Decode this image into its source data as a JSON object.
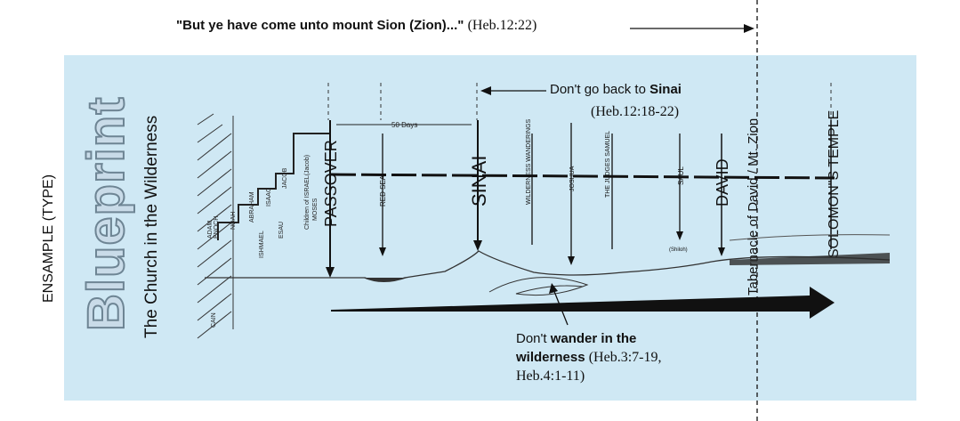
{
  "header": {
    "quote": "\"But ye have come unto mount Sion (Zion)...\"",
    "reference": "(Heb.12:22)"
  },
  "side_labels": {
    "ensample": "ENSAMPLE (TYPE)",
    "blueprint": "Blueprint",
    "subtitle": "The Church in the Wilderness",
    "tabernacle": "Tabernacle of David / Mt. Zion"
  },
  "notes": {
    "sinai_prefix": "Don't go back to ",
    "sinai_bold": "Sinai",
    "sinai_ref": "(Heb.12:18-22)",
    "wander_prefix": "Don't ",
    "wander_bold1": "wander in the",
    "wander_bold2": "wilderness",
    "wander_ref1": "(Heb.3:7-19,",
    "wander_ref2": "Heb.4:1-11)"
  },
  "timeline": {
    "early_names": [
      "ADAM",
      "ENOCH",
      "NOAH",
      "ABRAHAM",
      "ISAAC",
      "ISHMAEL",
      "JACOB",
      "ESAU",
      "Children of ISRAEL(Jacob)",
      "MOSES"
    ],
    "cain": "CAIN",
    "days": "50 Days",
    "events": [
      {
        "label": "PASSOVER",
        "major": true
      },
      {
        "label": "RED SEA",
        "major": false
      },
      {
        "label": "SINAI",
        "major": true
      },
      {
        "label": "WILDERNESS WANDERINGS",
        "major": false
      },
      {
        "label": "JOSHUA",
        "major": false
      },
      {
        "label": "THE JUDGES SAMUEL",
        "major": false
      },
      {
        "label": "SAUL",
        "major": false
      },
      {
        "label": "DAVID",
        "major": true
      },
      {
        "label": "SOLOMON\"S TEMPLE",
        "major": true
      }
    ],
    "shiloh": "(Shiloh)"
  },
  "colors": {
    "panel": "#cfe8f4",
    "ink": "#1a1a1a",
    "outline": "#6e8594"
  }
}
